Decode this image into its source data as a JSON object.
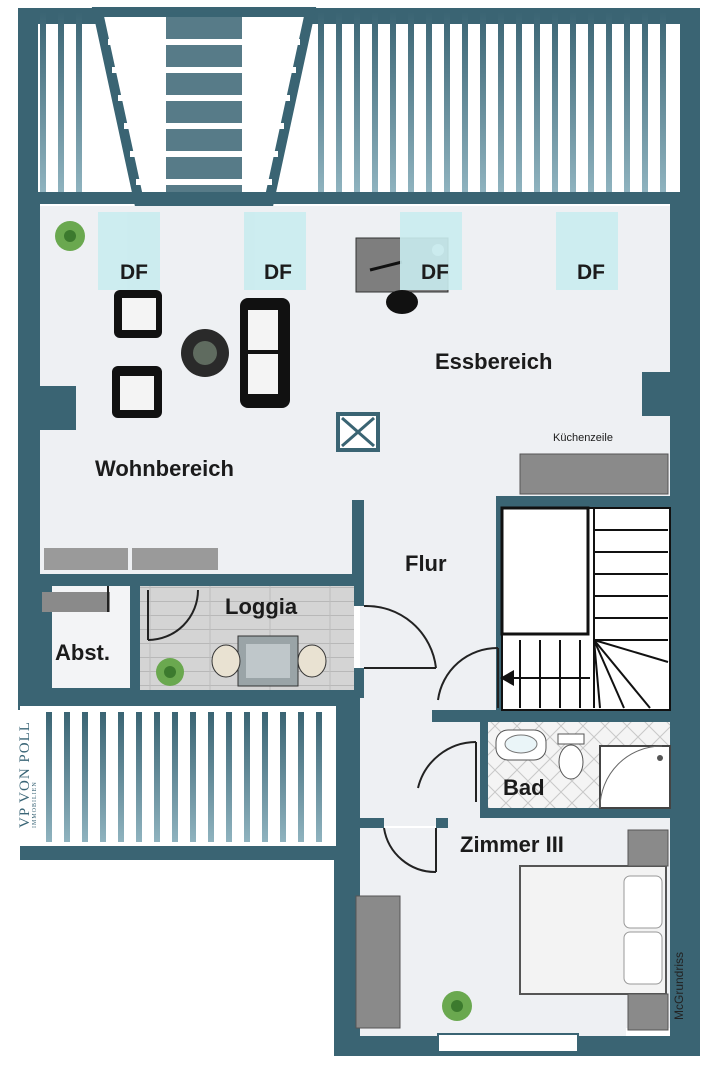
{
  "rooms": {
    "essbereich": "Essbereich",
    "kuechenzeile": "Küchenzeile",
    "wohnbereich": "Wohnbereich",
    "flur": "Flur",
    "loggia": "Loggia",
    "abst": "Abst.",
    "bad": "Bad",
    "zimmer3": "Zimmer III"
  },
  "skylights": [
    "DF",
    "DF",
    "DF",
    "DF"
  ],
  "branding": {
    "logo_main": "VON POLL",
    "logo_sub": "IMMOBILIEN",
    "logo_mark": "VP"
  },
  "credit": "McGrundriss",
  "colors": {
    "wall": "#3a6473",
    "floor": "#eef0f3",
    "balcony": "#ffffff",
    "loggia_floor": "#cfcfcf",
    "skylight": "#c9ecef"
  }
}
